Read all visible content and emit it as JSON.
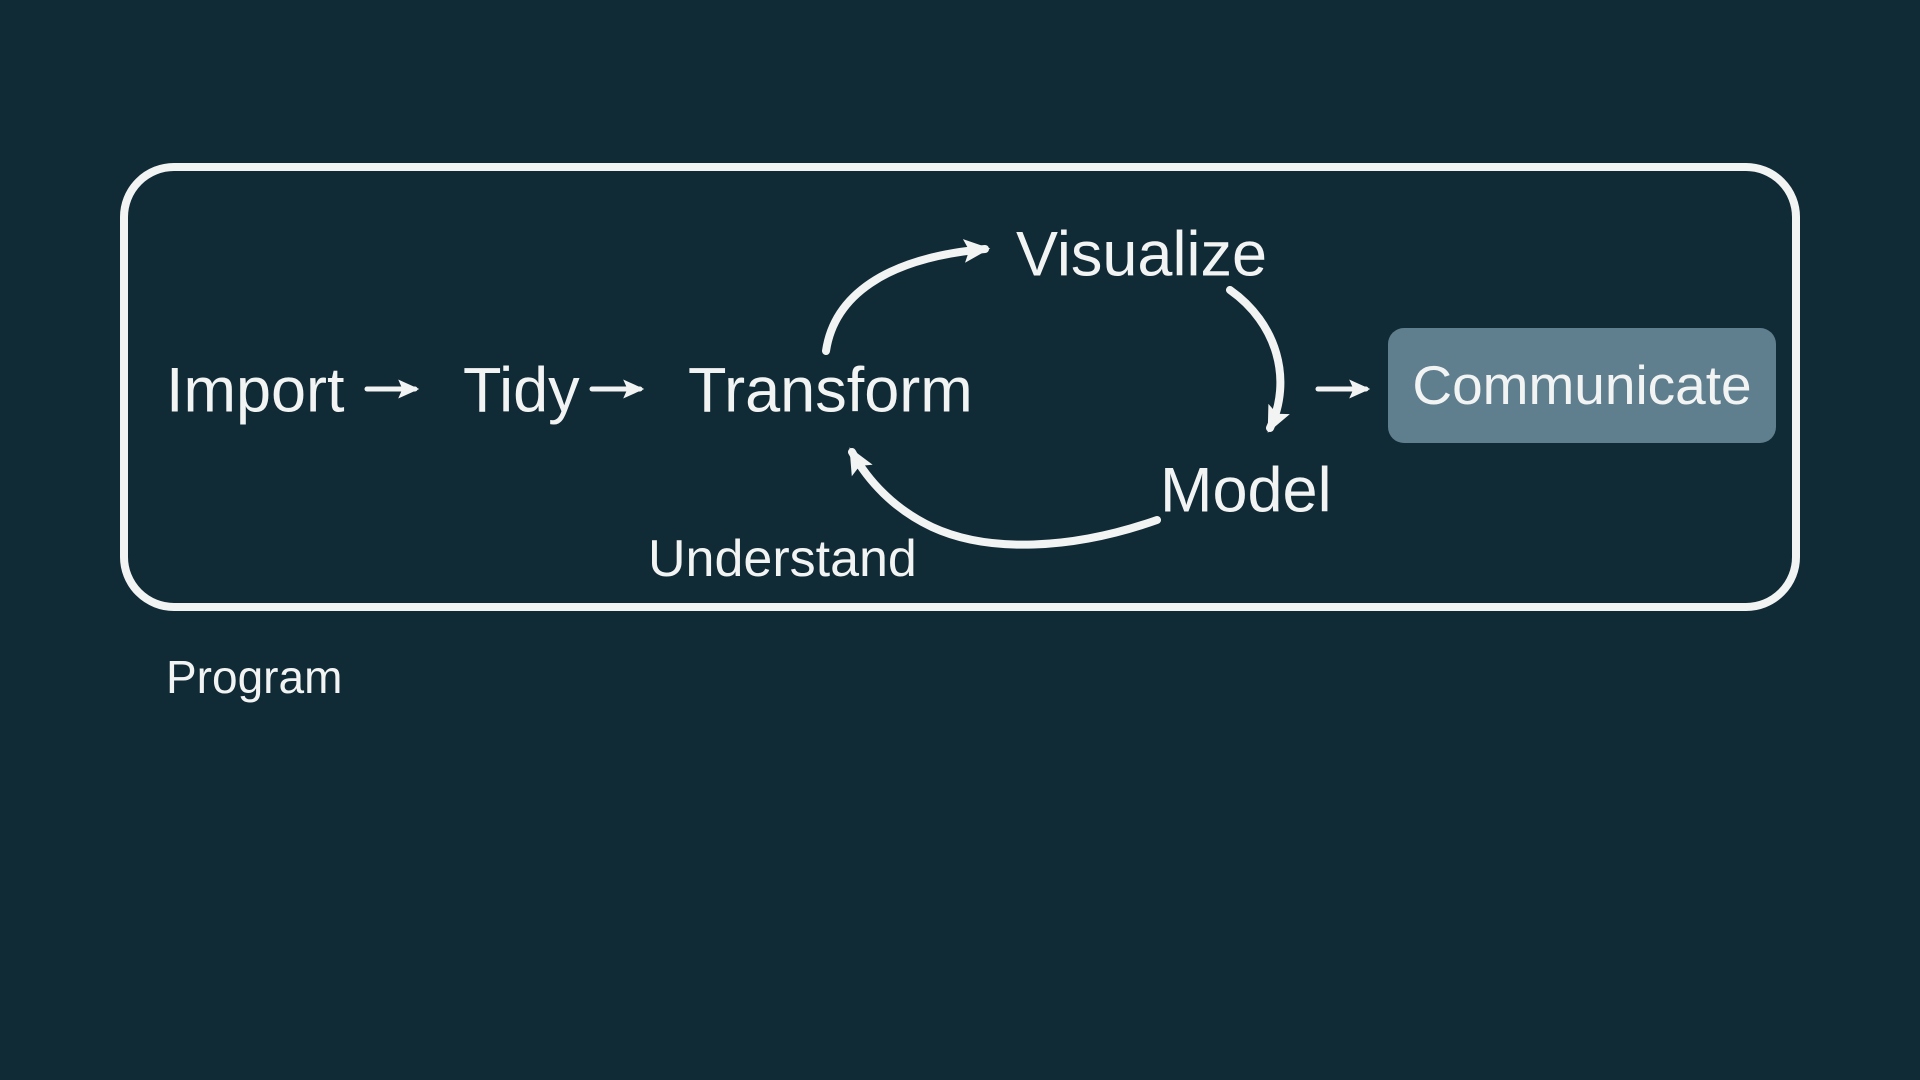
{
  "colors": {
    "background": "#112b36",
    "text": "#f2f4f4",
    "stroke": "#f2f4f4",
    "communicate_bg": "#5f7e8e"
  },
  "diagram": {
    "type": "flow-diagram",
    "program_label": "Program",
    "understand_label": "Understand",
    "highlighted_node": "communicate",
    "nodes": {
      "import": {
        "label": "Import"
      },
      "tidy": {
        "label": "Tidy"
      },
      "transform": {
        "label": "Transform"
      },
      "visualize": {
        "label": "Visualize"
      },
      "model": {
        "label": "Model"
      },
      "communicate": {
        "label": "Communicate"
      }
    },
    "edges": [
      {
        "from": "import",
        "to": "tidy"
      },
      {
        "from": "tidy",
        "to": "transform"
      },
      {
        "from": "transform",
        "to": "visualize",
        "part_of": "understand-cycle"
      },
      {
        "from": "visualize",
        "to": "model",
        "part_of": "understand-cycle"
      },
      {
        "from": "model",
        "to": "transform",
        "part_of": "understand-cycle"
      },
      {
        "from": "understand-cycle",
        "to": "communicate"
      }
    ]
  }
}
